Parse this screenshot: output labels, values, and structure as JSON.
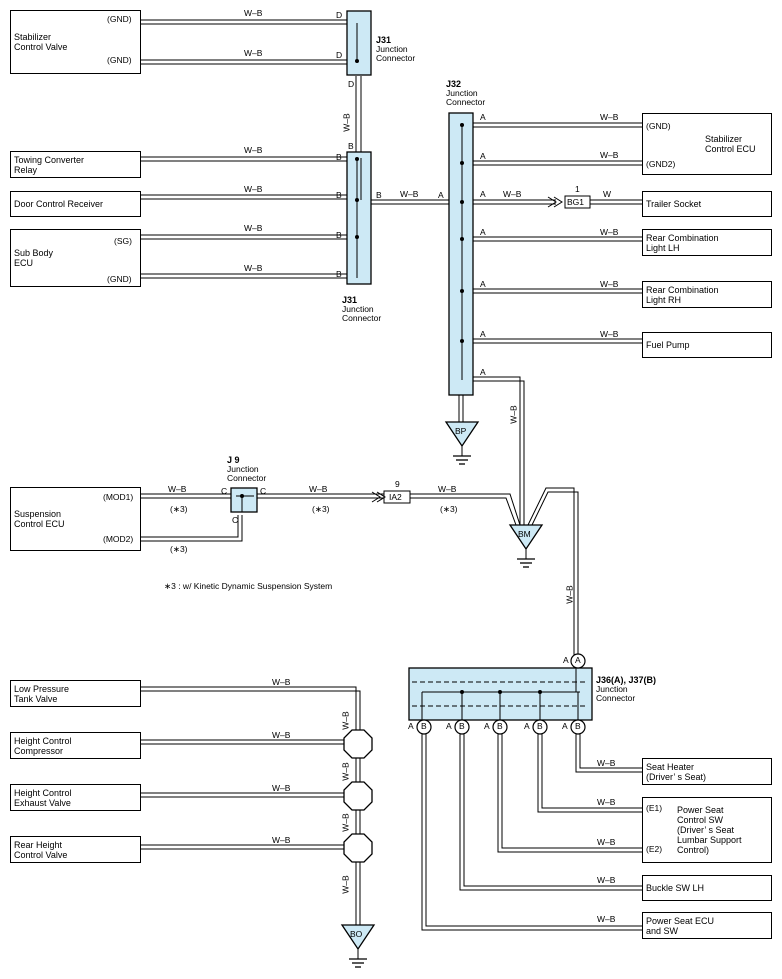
{
  "wire": "W–B",
  "wire_w": "W",
  "boxes": {
    "stabilizer_control_valve": "Stabilizer\nControl Valve",
    "towing_converter_relay": "Towing Converter\nRelay",
    "door_control_receiver": "Door Control Receiver",
    "sub_body_ecu": "Sub Body\nECU",
    "stabilizer_control_ecu": "Stabilizer\nControl ECU",
    "trailer_socket": "Trailer Socket",
    "rear_comb_lh": "Rear Combination\nLight LH",
    "rear_comb_rh": "Rear Combination\nLight RH",
    "fuel_pump": "Fuel Pump",
    "suspension_control_ecu": "Suspension\nControl ECU",
    "low_pressure_tank_valve": "Low Pressure\nTank Valve",
    "height_control_compressor": "Height Control\nCompressor",
    "height_control_exhaust_valve": "Height Control\nExhaust Valve",
    "rear_height_control_valve": "Rear Height\nControl Valve",
    "seat_heater": "Seat Heater\n(Driver’ s Seat)",
    "power_seat_control_sw": "Power Seat\nControl SW\n(Driver’ s Seat\n Lumbar Support\n Control)",
    "buckle_sw_lh": "Buckle SW LH",
    "power_seat_ecu": "Power Seat ECU\nand SW"
  },
  "pins": {
    "gnd": "(GND)",
    "gnd2": "(GND2)",
    "sg": "(SG)",
    "mod1": "(MOD1)",
    "mod2": "(MOD2)",
    "e1": "(E1)",
    "e2": "(E2)",
    "star3": "(∗3)"
  },
  "letters": {
    "a": "A",
    "b": "B",
    "c": "C",
    "d": "D"
  },
  "junctions": {
    "j31_id": "J31",
    "j32_id": "J32",
    "j9_id": "J 9",
    "j36_id": "J36(A), J37(B)",
    "jc_label": "Junction\nConnector"
  },
  "connectors": {
    "bg1": "BG1",
    "bg1_pin": "1",
    "ia2": "IA2",
    "ia2_pin": "9"
  },
  "grounds": {
    "bp": "BP",
    "bm": "BM",
    "bo": "BO"
  },
  "note": "∗3 : w/ Kinetic Dynamic Suspension System"
}
